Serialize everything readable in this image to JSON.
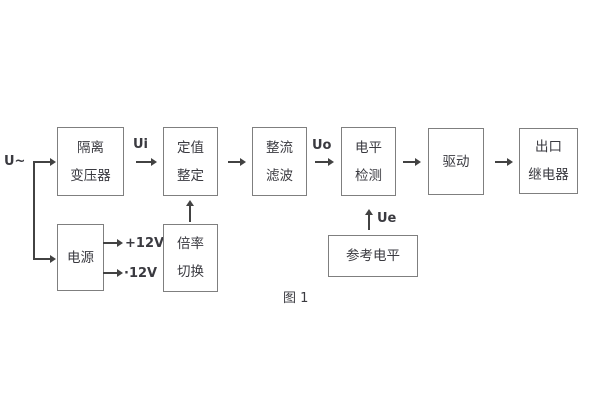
{
  "diagram": {
    "caption": "图 1",
    "labels": {
      "input": "U~",
      "ui": "Ui",
      "uo": "Uo",
      "ue": "Ue",
      "plus12": "+12V",
      "minus12": "·12V"
    },
    "blocks": {
      "isolation_transformer": {
        "line1": "隔离",
        "line2": "变压器"
      },
      "setting": {
        "line1": "定值",
        "line2": "整定"
      },
      "rectifier_filter": {
        "line1": "整流",
        "line2": "滤波"
      },
      "level_detector": {
        "line1": "电平",
        "line2": "检测"
      },
      "driver": {
        "label": "驱动"
      },
      "output_relay": {
        "line1": "出口",
        "line2": "继电器"
      },
      "power_supply": {
        "label": "电源"
      },
      "multiplier_switch": {
        "line1": "倍率",
        "line2": "切换"
      },
      "reference_level": {
        "label": "参考电平"
      }
    },
    "colors": {
      "box_border": "#7f7f7f",
      "line": "#424242",
      "text": "#3a3a40",
      "background": "#ffffff"
    }
  }
}
